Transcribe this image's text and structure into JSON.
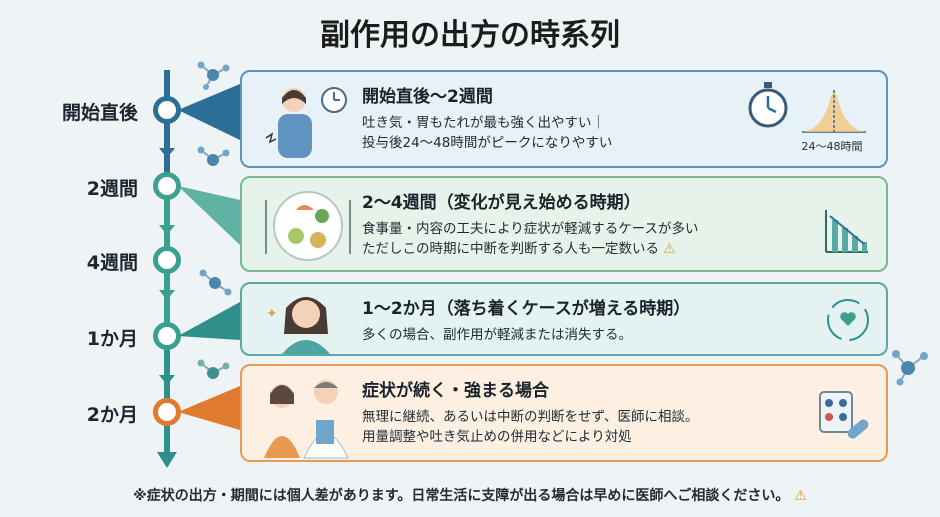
{
  "title": "副作用の出方の時系列",
  "timeline": [
    {
      "label": "開始直後"
    },
    {
      "label": "2週間"
    },
    {
      "label": "4週間"
    },
    {
      "label": "1か月"
    },
    {
      "label": "2か月"
    }
  ],
  "cards": [
    {
      "heading": "開始直後〜2週間",
      "lines": [
        "吐き気・胃もたれが最も強く出やすい｜",
        "投与後24〜48時間がピークになりやすい"
      ],
      "icon_label": "24〜48時間",
      "icons": [
        "woman-nausea-icon",
        "clock-icon",
        "stopwatch-icon",
        "bell-curve-icon"
      ],
      "color": "#5a94bd"
    },
    {
      "heading": "2〜4週間（変化が見え始める時期）",
      "lines": [
        "食事量・内容の工夫により症状が軽減するケースが多い",
        "ただしこの時期に中断を判断する人も一定数いる"
      ],
      "icons": [
        "meal-plate-icon",
        "warning-icon",
        "declining-chart-icon"
      ],
      "color": "#7bb890"
    },
    {
      "heading": "1〜2か月（落ち着くケースが増える時期）",
      "lines": [
        "多くの場合、副作用が軽減または消失する。"
      ],
      "icons": [
        "calm-woman-icon",
        "heart-hands-icon"
      ],
      "color": "#5aa9a4"
    },
    {
      "heading": "症状が続く・強まる場合",
      "lines": [
        "無理に継続、あるいは中断の判断をせず、医師に相談。",
        "用量調整や吐き気止めの併用などにより対処"
      ],
      "icons": [
        "doctor-patient-icon",
        "medicine-icon"
      ],
      "color": "#e99a57"
    }
  ],
  "footer": "※症状の出方・期間には個人差があります。日常生活に支障が出る場合は早めに医師へご相談ください。"
}
